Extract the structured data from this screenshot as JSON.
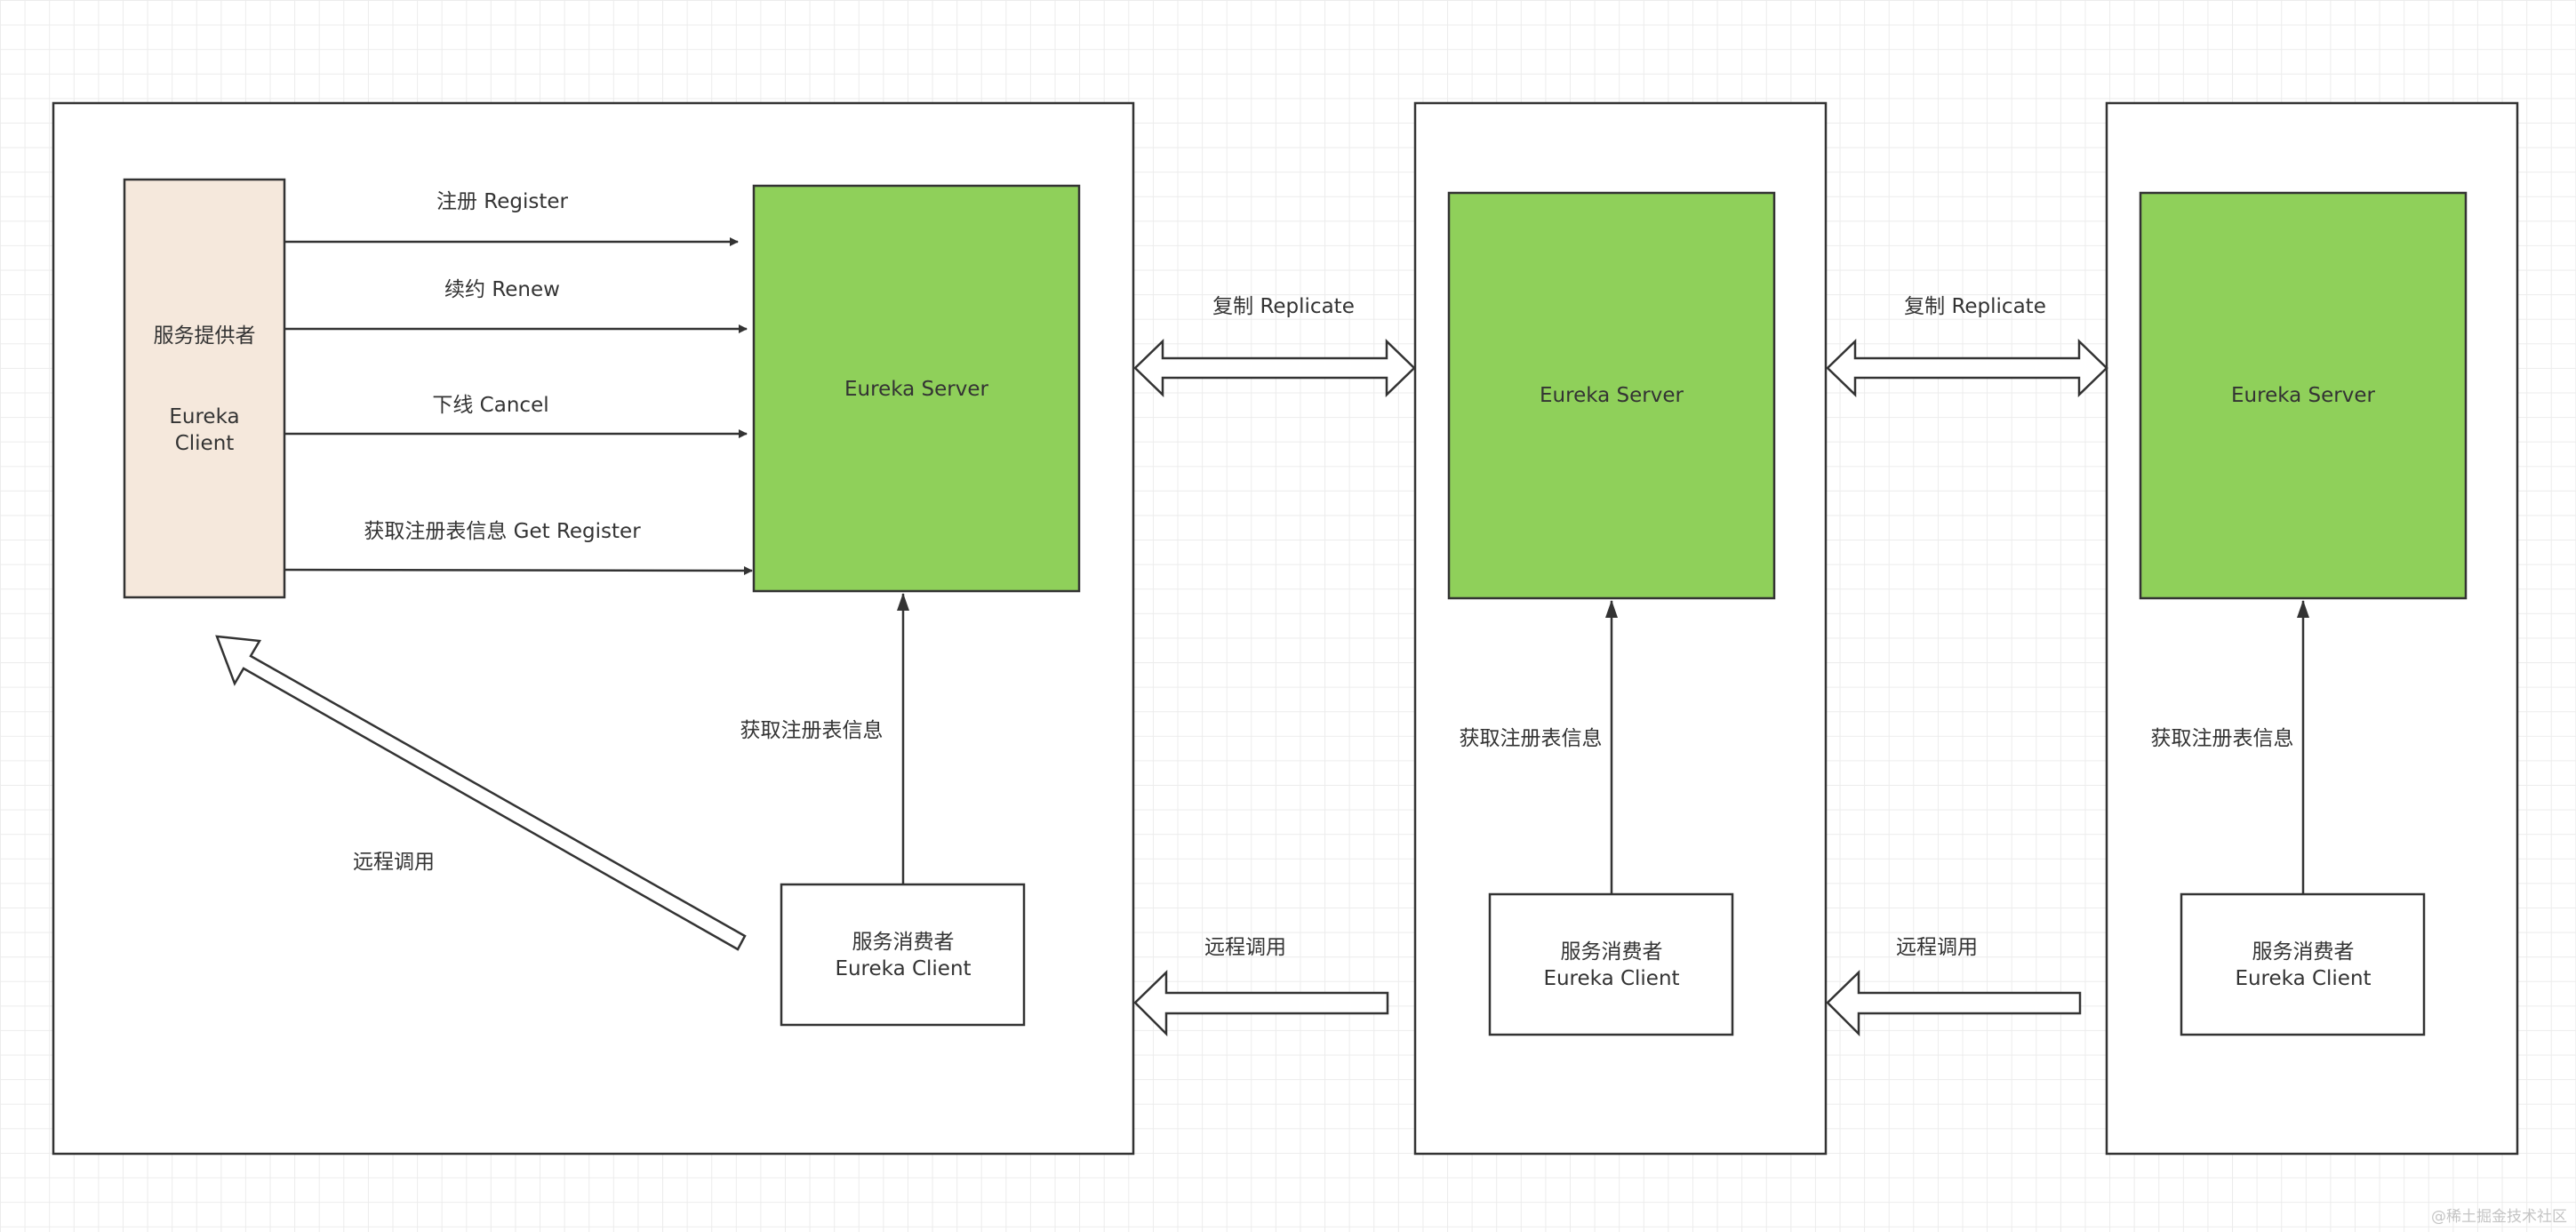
{
  "colors": {
    "server_fill": "#8fd05a",
    "provider_fill": "#f5e8dc",
    "stroke": "#333333",
    "text": "#333333"
  },
  "provider": {
    "line1": "服务提供者",
    "line2": "Eureka",
    "line3": "Client"
  },
  "provider_arrows": {
    "register": "注册 Register",
    "renew": "续约 Renew",
    "cancel": "下线 Cancel",
    "get_register": "获取注册表信息 Get Register"
  },
  "server_label": "Eureka Server",
  "consumer": {
    "line1": "服务消费者",
    "line2": "Eureka Client"
  },
  "fetch_registry_label": "获取注册表信息",
  "remote_call_label": "远程调用",
  "replicate_label": "复制 Replicate",
  "watermark": "@稀土掘金技术社区"
}
